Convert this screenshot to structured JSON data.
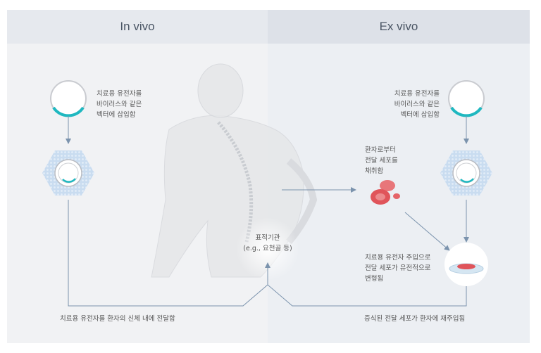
{
  "headers": {
    "in_vivo": "In vivo",
    "ex_vivo": "Ex vivo"
  },
  "in_vivo": {
    "vector_insert": [
      "치료용 유전자를",
      "바이러스와 같은",
      "벡터에 삽입함"
    ],
    "deliver_body": "치료용 유전자를 환자의 신체 내에 전달함"
  },
  "target_organ": [
    "표적기관",
    "(e.g., 요천골 등)"
  ],
  "ex_vivo": {
    "vector_insert": [
      "치료용 유전자를",
      "바이러스와 같은",
      "벡터에 삽입함"
    ],
    "harvest_cells": [
      "환자로부터",
      "전달 세포를",
      "채취함"
    ],
    "modified_cells": [
      "치료용 유전자 주입으로",
      "전달 세포가 유전적으로",
      "변형됨"
    ],
    "reinject": "증식된 전달 세포가 환자에 재주입됨"
  },
  "colors": {
    "accent": "#1fb8c0",
    "arrow": "#7b93ad",
    "cell": "#e0545a",
    "hex": "#c9dcf0"
  }
}
